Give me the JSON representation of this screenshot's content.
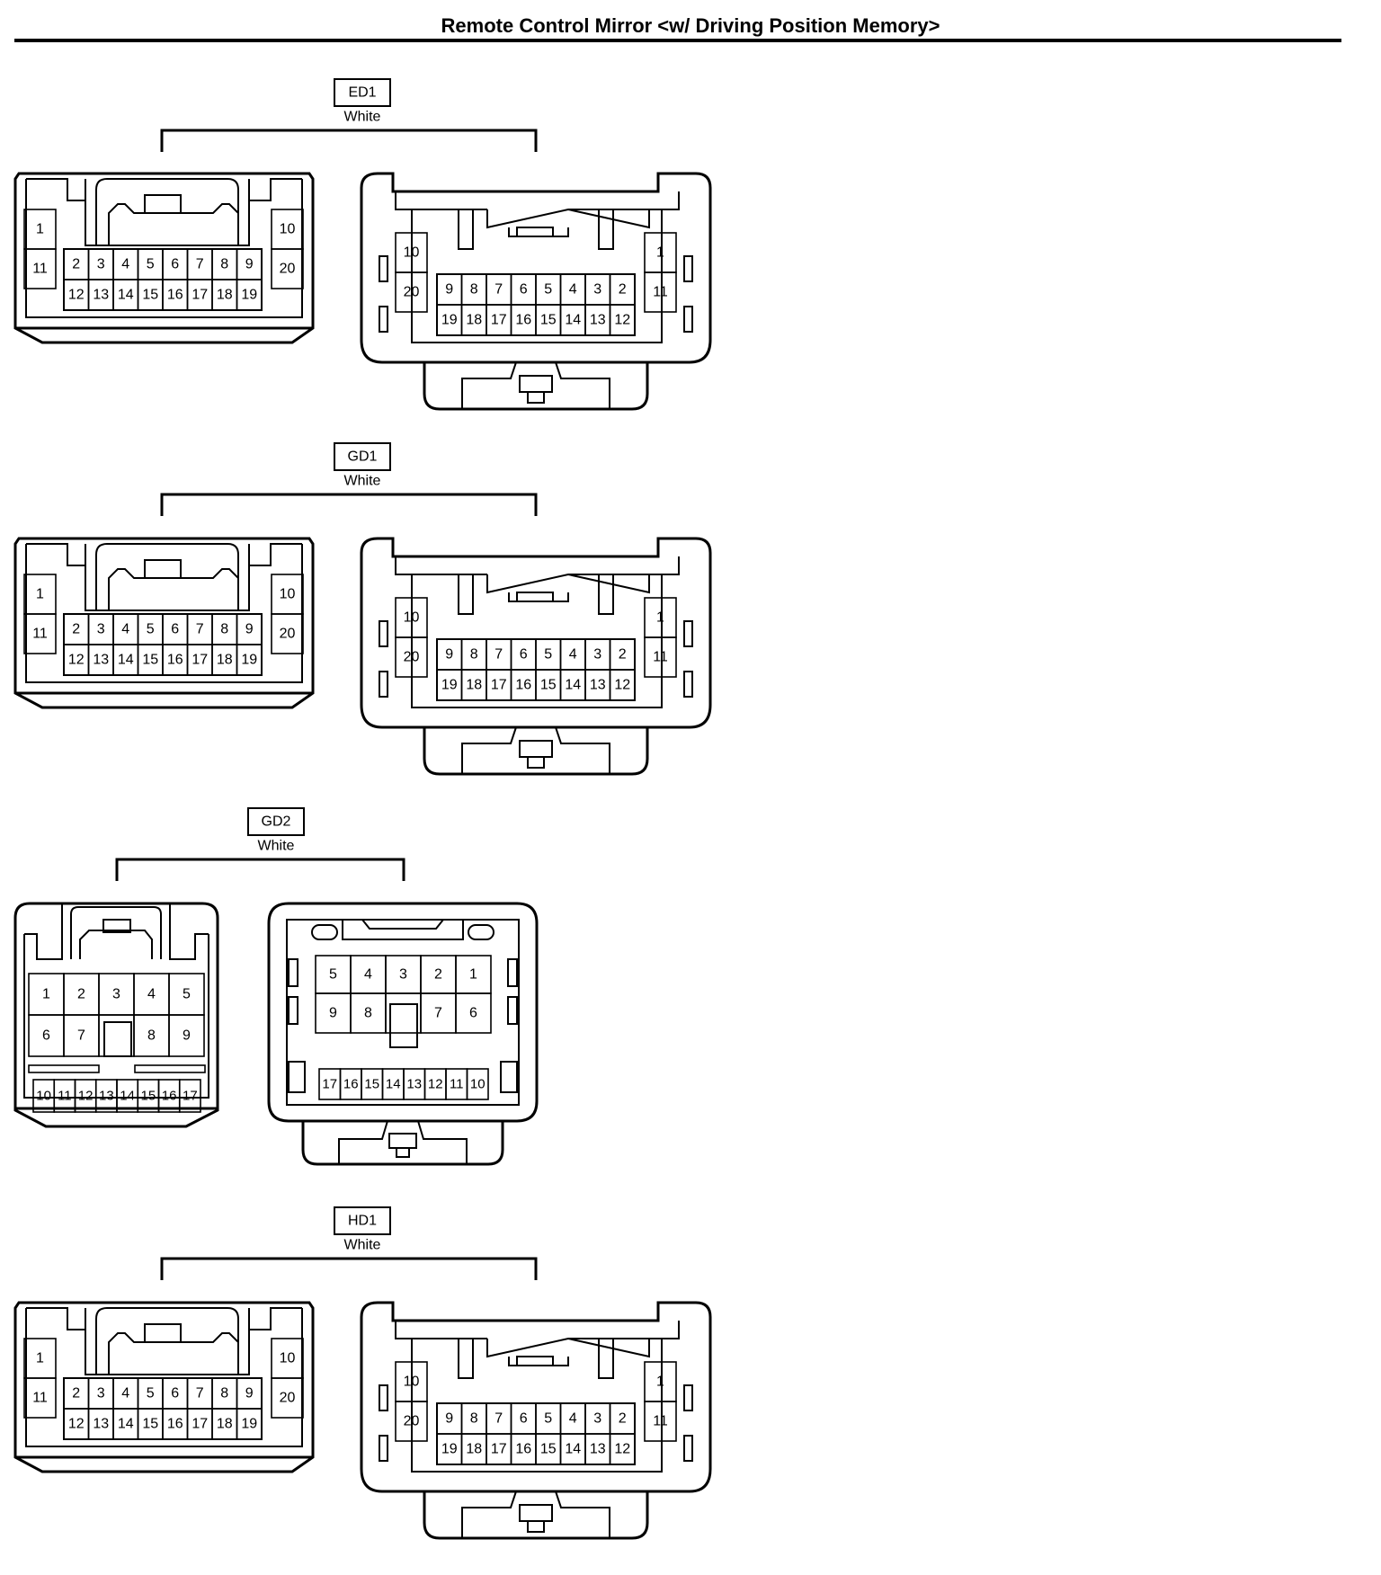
{
  "title": "Remote Control Mirror <w/ Driving Position Memory>",
  "connectors": [
    {
      "id": "ED1",
      "color": "White",
      "kind": "d20",
      "male": {
        "left": [
          "1",
          "11"
        ],
        "top": [
          "2",
          "3",
          "4",
          "5",
          "6",
          "7",
          "8",
          "9"
        ],
        "bottom": [
          "12",
          "13",
          "14",
          "15",
          "16",
          "17",
          "18",
          "19"
        ],
        "right": [
          "10",
          "20"
        ]
      },
      "female": {
        "left": [
          "10",
          "20"
        ],
        "top": [
          "9",
          "8",
          "7",
          "6",
          "5",
          "4",
          "3",
          "2"
        ],
        "bottom": [
          "19",
          "18",
          "17",
          "16",
          "15",
          "14",
          "13",
          "12"
        ],
        "right": [
          "1",
          "11"
        ]
      }
    },
    {
      "id": "GD1",
      "color": "White",
      "kind": "d20",
      "male": {
        "left": [
          "1",
          "11"
        ],
        "top": [
          "2",
          "3",
          "4",
          "5",
          "6",
          "7",
          "8",
          "9"
        ],
        "bottom": [
          "12",
          "13",
          "14",
          "15",
          "16",
          "17",
          "18",
          "19"
        ],
        "right": [
          "10",
          "20"
        ]
      },
      "female": {
        "left": [
          "10",
          "20"
        ],
        "top": [
          "9",
          "8",
          "7",
          "6",
          "5",
          "4",
          "3",
          "2"
        ],
        "bottom": [
          "19",
          "18",
          "17",
          "16",
          "15",
          "14",
          "13",
          "12"
        ],
        "right": [
          "1",
          "11"
        ]
      }
    },
    {
      "id": "GD2",
      "color": "White",
      "kind": "d17",
      "male": {
        "row1": [
          "1",
          "2",
          "3",
          "4",
          "5"
        ],
        "row2": [
          "6",
          "7",
          "",
          "8",
          "9"
        ],
        "row3": [
          "10",
          "11",
          "12",
          "13",
          "14",
          "15",
          "16",
          "17"
        ]
      },
      "female": {
        "row1": [
          "5",
          "4",
          "3",
          "2",
          "1"
        ],
        "row2": [
          "9",
          "8",
          "",
          "7",
          "6"
        ],
        "row3": [
          "17",
          "16",
          "15",
          "14",
          "13",
          "12",
          "11",
          "10"
        ]
      }
    },
    {
      "id": "HD1",
      "color": "White",
      "kind": "d20",
      "male": {
        "left": [
          "1",
          "11"
        ],
        "top": [
          "2",
          "3",
          "4",
          "5",
          "6",
          "7",
          "8",
          "9"
        ],
        "bottom": [
          "12",
          "13",
          "14",
          "15",
          "16",
          "17",
          "18",
          "19"
        ],
        "right": [
          "10",
          "20"
        ]
      },
      "female": {
        "left": [
          "10",
          "20"
        ],
        "top": [
          "9",
          "8",
          "7",
          "6",
          "5",
          "4",
          "3",
          "2"
        ],
        "bottom": [
          "19",
          "18",
          "17",
          "16",
          "15",
          "14",
          "13",
          "12"
        ],
        "right": [
          "1",
          "11"
        ]
      }
    }
  ]
}
